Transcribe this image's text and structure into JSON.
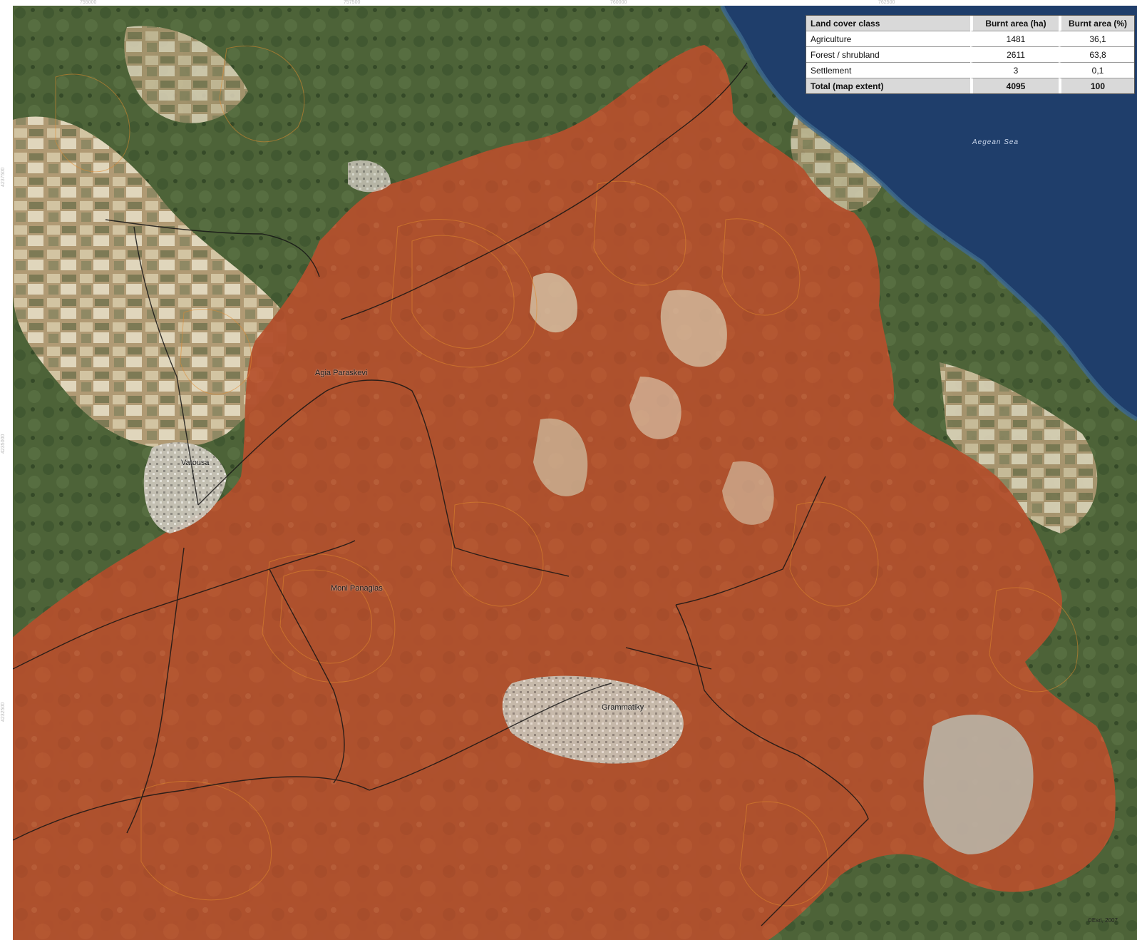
{
  "map": {
    "colors": {
      "burnt": "#b2502d",
      "vegetation": "#4d6338",
      "cropland": "#b8a583",
      "urban": "#c9c4b8",
      "sea": "#1f3e6b",
      "roads": "#151515",
      "contours": "#e08a2e"
    },
    "grid_labels": {
      "top": [
        "755000",
        "757500",
        "760000",
        "762500"
      ],
      "left": [
        "4237500",
        "4235000",
        "4232500"
      ]
    },
    "places": {
      "agia_paraskevi": "Agia Paraskevi",
      "vatousa": "Vatousa",
      "moni_panagias": "Moni Panagias",
      "grammatiky": "Grammatiky"
    },
    "sea_label": "Aegean Sea",
    "credit": "©Esri, 2007"
  },
  "stats_table": {
    "headers": {
      "land_cover": "Land cover class",
      "burnt_ha": "Burnt area (ha)",
      "burnt_pct": "Burnt area (%)"
    },
    "rows": [
      {
        "land_cover": "Agriculture",
        "burnt_ha": "1481",
        "burnt_pct": "36,1"
      },
      {
        "land_cover": "Forest / shrubland",
        "burnt_ha": "2611",
        "burnt_pct": "63,8"
      },
      {
        "land_cover": "Settlement",
        "burnt_ha": "3",
        "burnt_pct": "0,1"
      }
    ],
    "total": {
      "land_cover": "Total (map extent)",
      "burnt_ha": "4095",
      "burnt_pct": "100"
    }
  }
}
